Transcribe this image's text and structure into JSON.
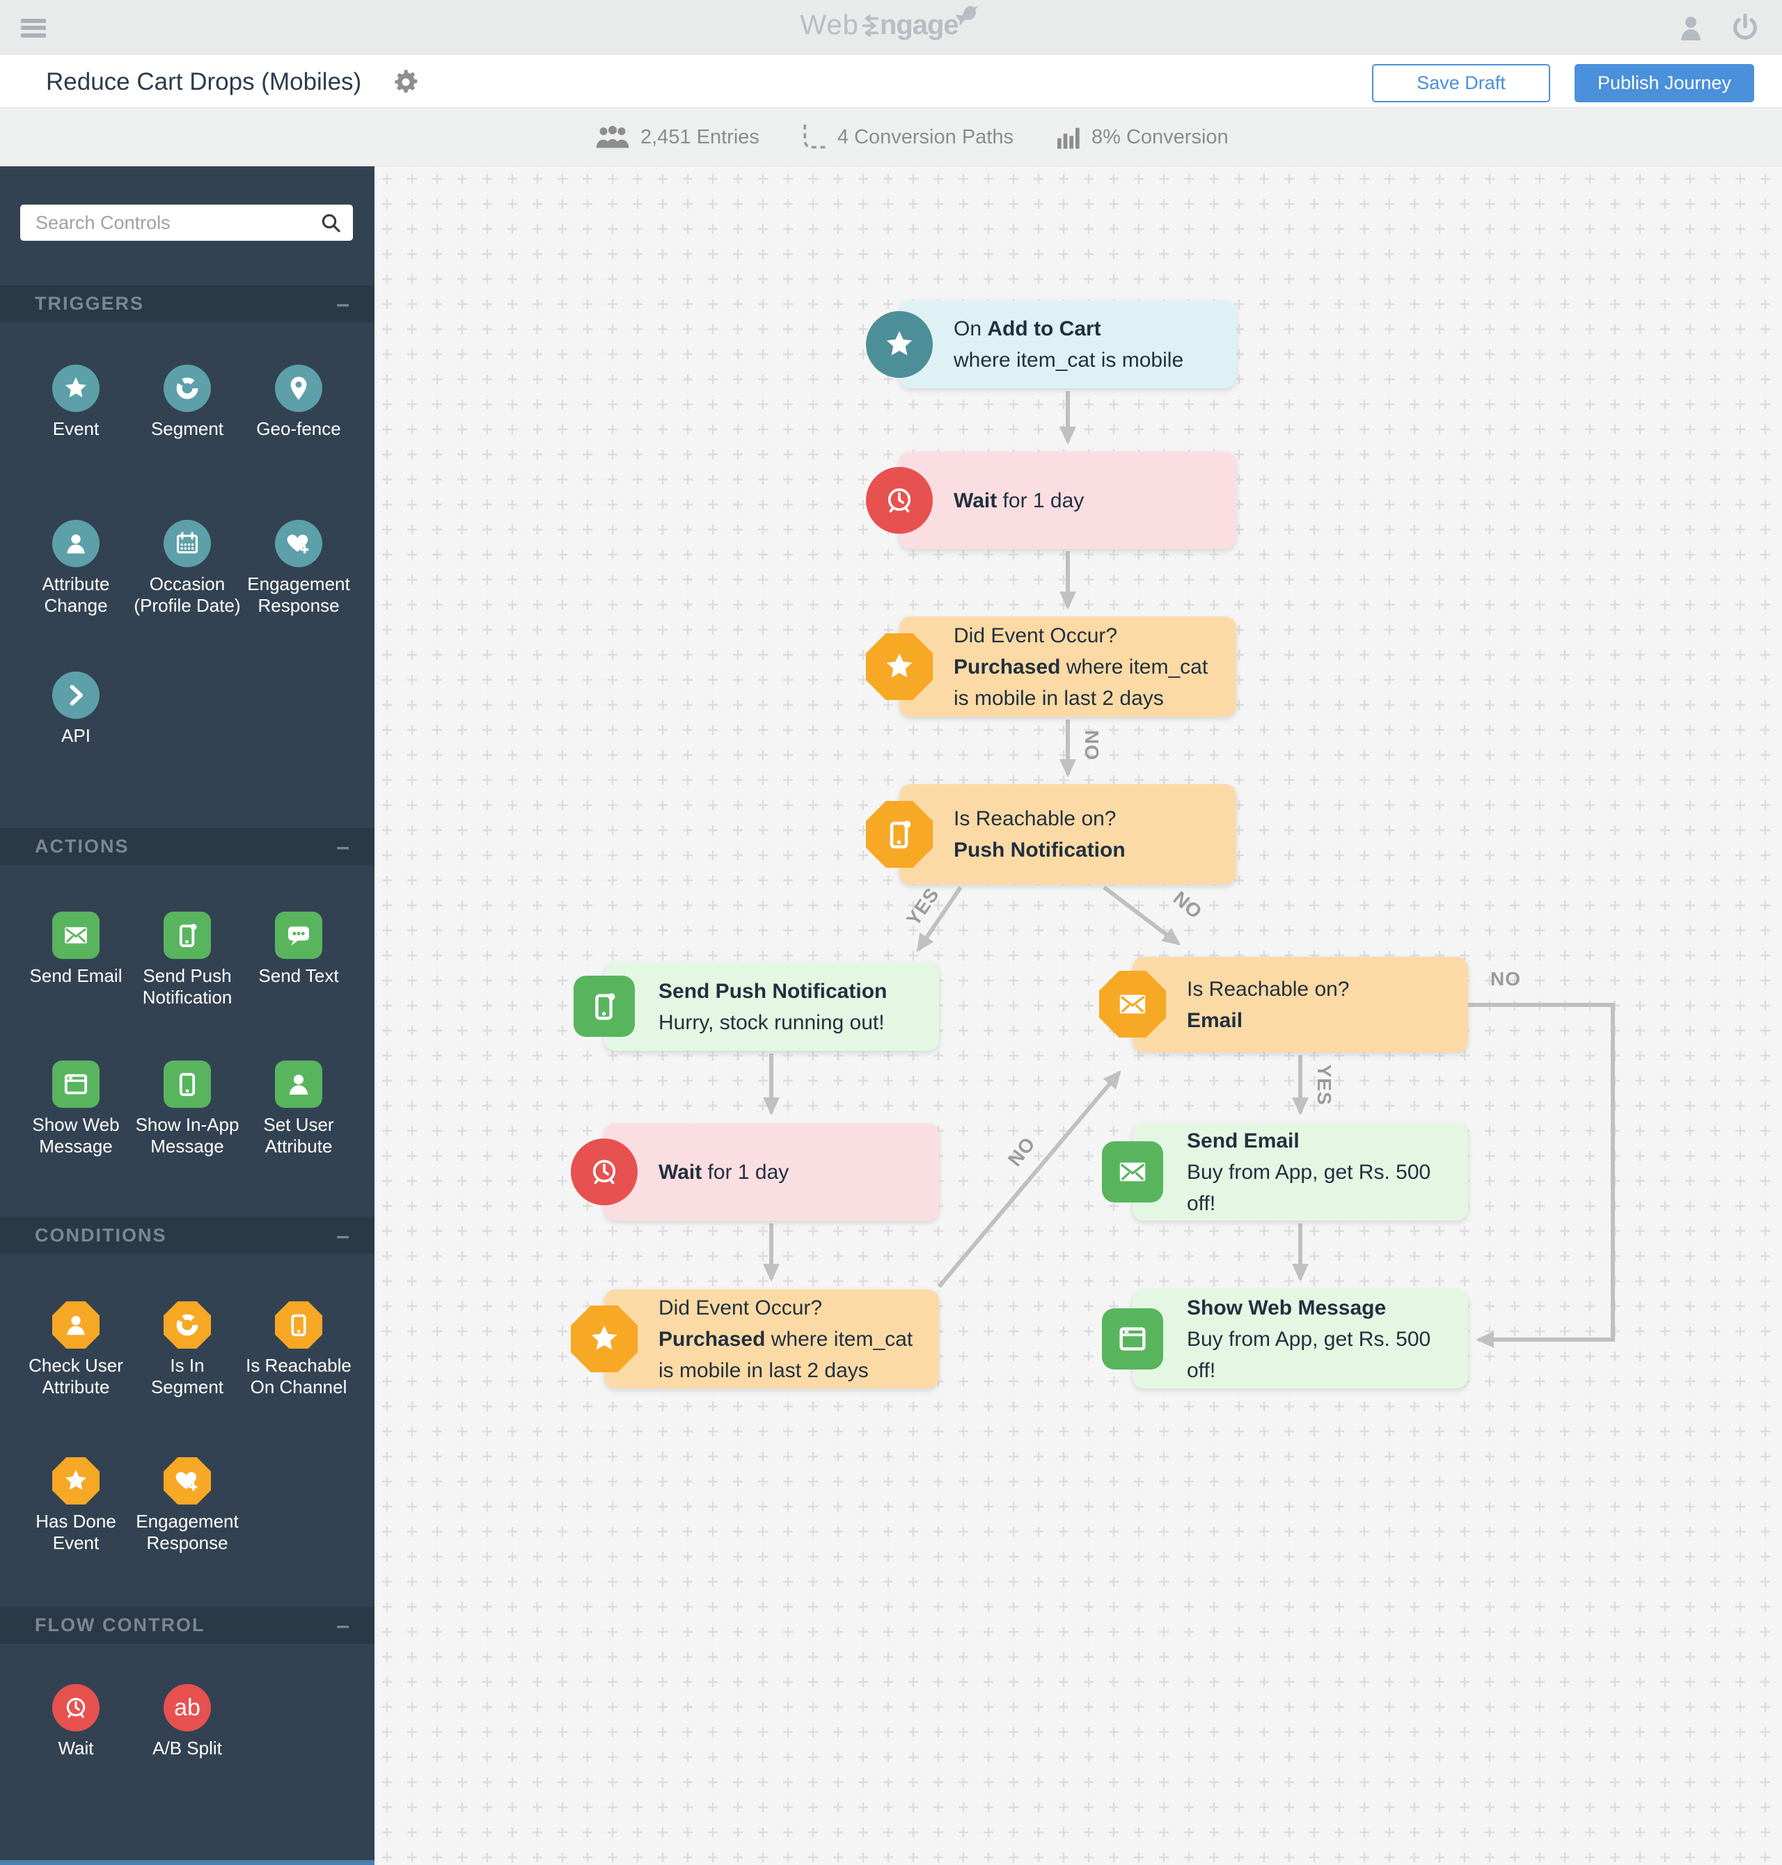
{
  "topbar": {
    "logo_web": "Web",
    "logo_ngage": "ngage"
  },
  "header": {
    "title": "Reduce Cart Drops (Mobiles)",
    "save_draft_label": "Save Draft",
    "publish_label": "Publish Journey"
  },
  "stats": {
    "entries": "2,451 Entries",
    "conversion_paths": "4 Conversion Paths",
    "conversion": "8% Conversion"
  },
  "sidebar": {
    "search_placeholder": "Search Controls",
    "collapse_glyph": "–",
    "sections": [
      {
        "title": "TRIGGERS",
        "items": [
          {
            "label": "Event",
            "icon": "star"
          },
          {
            "label": "Segment",
            "icon": "donut"
          },
          {
            "label": "Geo-fence",
            "icon": "map-pin"
          },
          {
            "label": "Attribute Change",
            "icon": "person"
          },
          {
            "label": "Occasion (Profile Date)",
            "icon": "calendar"
          },
          {
            "label": "Engagement Response",
            "icon": "heart-plus"
          },
          {
            "label": "API",
            "icon": "chevron-right"
          }
        ]
      },
      {
        "title": "ACTIONS",
        "items": [
          {
            "label": "Send Email",
            "icon": "envelope"
          },
          {
            "label": "Send Push Notification",
            "icon": "phone-notification"
          },
          {
            "label": "Send Text",
            "icon": "speech-bubble"
          },
          {
            "label": "Show Web Message",
            "icon": "browser-window"
          },
          {
            "label": "Show In-App Message",
            "icon": "phone"
          },
          {
            "label": "Set User Attribute",
            "icon": "person"
          }
        ]
      },
      {
        "title": "CONDITIONS",
        "items": [
          {
            "label": "Check User Attribute",
            "icon": "person"
          },
          {
            "label": "Is In Segment",
            "icon": "donut"
          },
          {
            "label": "Is Reachable On Channel",
            "icon": "phone"
          },
          {
            "label": "Has Done Event",
            "icon": "star"
          },
          {
            "label": "Engagement Response",
            "icon": "heart-plus"
          }
        ]
      },
      {
        "title": "FLOW CONTROL",
        "items": [
          {
            "label": "Wait",
            "icon": "alarm-clock"
          },
          {
            "label": "A/B Split",
            "icon": "ab",
            "glyph": "ab"
          }
        ]
      }
    ]
  },
  "canvas": {
    "nodes": [
      {
        "id": "trigger-add-to-cart",
        "line1_pre": "On ",
        "line1_bold": "Add to Cart",
        "line1_rest": "",
        "line2_pre": "where item_cat is mobile",
        "line2_bold": "",
        "line2_rest": ""
      },
      {
        "id": "wait-1",
        "line1_pre": "",
        "line1_bold": "Wait",
        "line1_rest": " for 1 day",
        "line2_pre": "",
        "line2_bold": "",
        "line2_rest": ""
      },
      {
        "id": "did-event-occur-1",
        "line1_pre": "Did Event Occur?",
        "line1_bold": "",
        "line1_rest": "",
        "line2_pre": "",
        "line2_bold": "Purchased",
        "line2_rest": " where item_cat is mobile in last 2 days"
      },
      {
        "id": "is-reachable-push",
        "line1_pre": "Is Reachable on?",
        "line1_bold": "",
        "line1_rest": "",
        "line2_pre": "",
        "line2_bold": "Push Notification",
        "line2_rest": ""
      },
      {
        "id": "send-push",
        "line1_pre": "",
        "line1_bold": "Send Push Notification",
        "line1_rest": "",
        "line2_pre": "Hurry, stock running out!",
        "line2_bold": "",
        "line2_rest": ""
      },
      {
        "id": "is-reachable-email",
        "line1_pre": "Is Reachable on?",
        "line1_bold": "",
        "line1_rest": "",
        "line2_pre": "",
        "line2_bold": "Email",
        "line2_rest": ""
      },
      {
        "id": "wait-2",
        "line1_pre": "",
        "line1_bold": "Wait",
        "line1_rest": " for 1 day",
        "line2_pre": "",
        "line2_bold": "",
        "line2_rest": ""
      },
      {
        "id": "send-email",
        "line1_pre": "",
        "line1_bold": "Send Email",
        "line1_rest": "",
        "line2_pre": "Buy from App, get Rs. 500 off!",
        "line2_bold": "",
        "line2_rest": ""
      },
      {
        "id": "did-event-occur-2",
        "line1_pre": "Did Event Occur?",
        "line1_bold": "",
        "line1_rest": "",
        "line2_pre": "",
        "line2_bold": "Purchased",
        "line2_rest": " where item_cat is mobile in last 2 days"
      },
      {
        "id": "show-web-message",
        "line1_pre": "",
        "line1_bold": "Show Web Message",
        "line1_rest": "",
        "line2_pre": "Buy from App, get Rs. 500 off!",
        "line2_bold": "",
        "line2_rest": ""
      }
    ],
    "edge_labels": {
      "trunk_no": "NO",
      "push_yes": "YES",
      "push_no": "NO",
      "did2_no": "NO",
      "email_yes": "YES",
      "loop_no": "NO"
    }
  },
  "colors": {
    "accent_blue": "#4a90da",
    "teal": "#5da0a9",
    "green": "#58b55e",
    "orange": "#f7a825",
    "red": "#e7514f",
    "sidebar_bg": "#334252",
    "node_cyan": "#def2f6",
    "node_pink": "#fbdee2",
    "node_orange": "#fcdaa6",
    "node_green": "#e4f7e3",
    "arrow_gray": "#c0c0c0"
  }
}
